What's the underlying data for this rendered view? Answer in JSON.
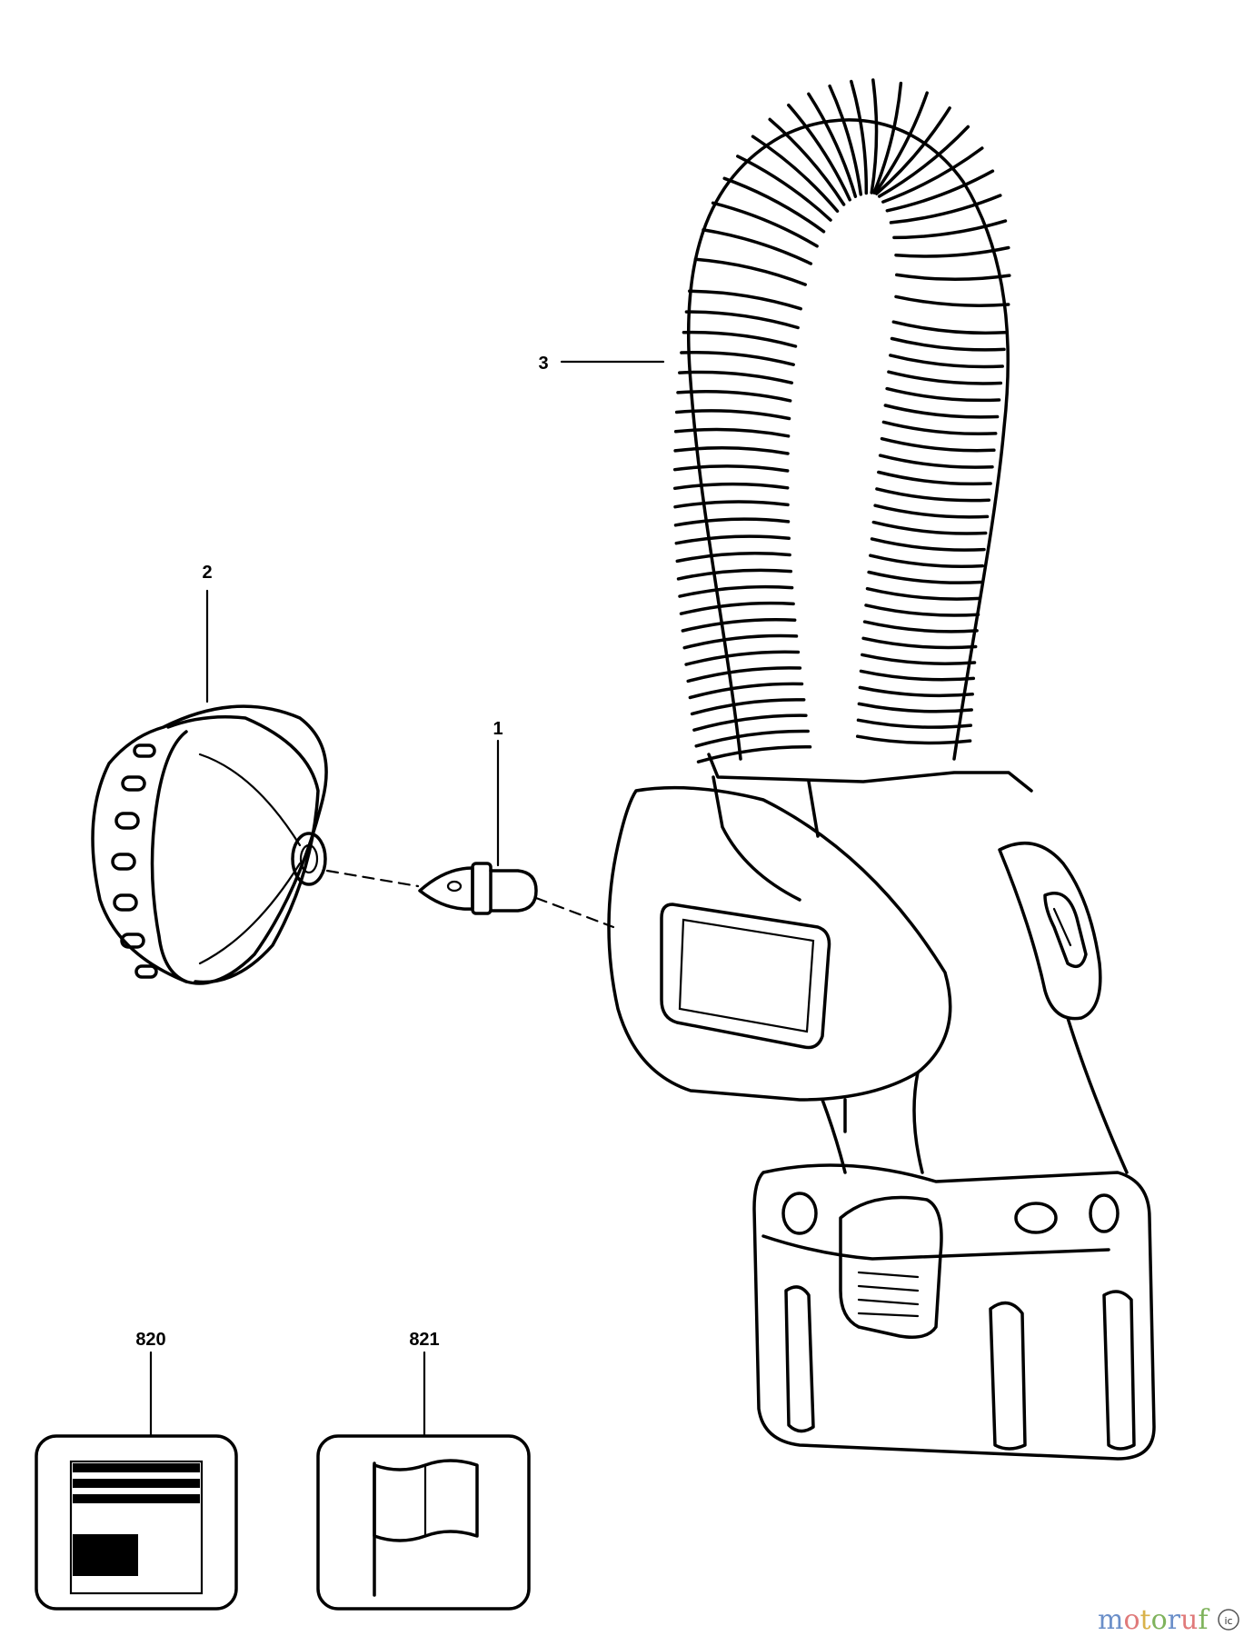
{
  "parts": [
    {
      "number": "3",
      "name": "flexible-neck"
    },
    {
      "number": "2",
      "name": "lens-ring"
    },
    {
      "number": "1",
      "name": "bulb"
    },
    {
      "number": "820",
      "name": "label-plate"
    },
    {
      "number": "821",
      "name": "flag-label"
    }
  ],
  "watermark": {
    "letters": [
      "m",
      "o",
      "t",
      "o",
      "r",
      "u",
      "f"
    ],
    "colors": [
      "#6b8fc9",
      "#e07a7a",
      "#d9b24a",
      "#7fb35c",
      "#6b8fc9",
      "#e07a7a",
      "#7fb35c"
    ],
    "badge_text": "ic"
  }
}
